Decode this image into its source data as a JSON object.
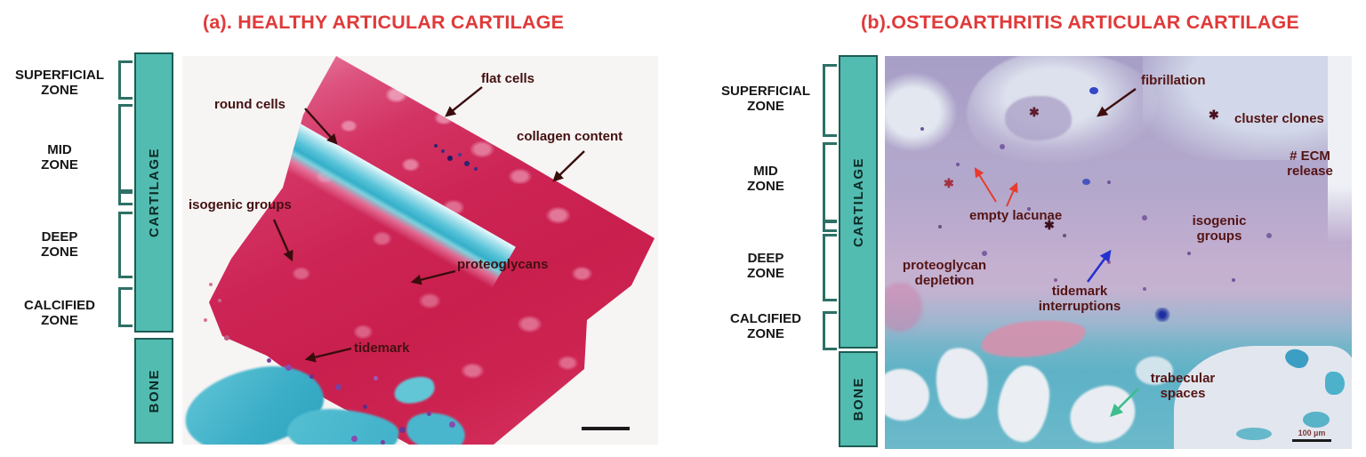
{
  "figure": {
    "colors": {
      "title_red": "#e03a3a",
      "bar_teal": "#52bcb1",
      "bracket_green": "#2d7065",
      "annotation_maroon": "#4a1212"
    },
    "panel_a": {
      "title": "(a). HEALTHY ARTICULAR CARTILAGE",
      "zones": [
        "SUPERFICIAL\nZONE",
        "MID\nZONE",
        "DEEP\nZONE",
        "CALCIFIED\nZONE"
      ],
      "bars": {
        "cartilage": "CARTILAGE",
        "bone": "BONE"
      },
      "annotations": {
        "flat_cells": "flat cells",
        "round_cells": "round cells",
        "collagen_content": "collagen content",
        "isogenic_groups": "isogenic groups",
        "proteoglycans": "proteoglycans",
        "tidemark": "tidemark"
      }
    },
    "panel_b": {
      "title": "(b).OSTEOARTHRITIS ARTICULAR CARTILAGE",
      "zones": [
        "SUPERFICIAL\nZONE",
        "MID\nZONE",
        "DEEP\nZONE",
        "CALCIFIED\nZONE"
      ],
      "bars": {
        "cartilage": "CARTILAGE",
        "bone": "BONE"
      },
      "annotations": {
        "fibrillation": "fibrillation",
        "cluster_clones": "cluster clones",
        "ecm_release": "# ECM\nrelease",
        "empty_lacunae": "empty lacunae",
        "isogenic_groups": "isogenic\ngroups",
        "proteoglycan_depletion": "proteoglycan\ndepletion",
        "tidemark_interruptions": "tidemark\ninterruptions",
        "trabecular_spaces": "trabecular\nspaces"
      },
      "asterisk_glyph": "✱",
      "scale_label": "100 µm"
    }
  }
}
